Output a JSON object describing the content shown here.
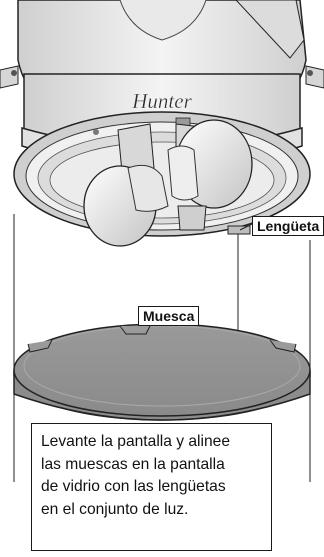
{
  "brand": {
    "logo_text": "Hunter"
  },
  "labels": {
    "tab": "Lengüeta",
    "notch": "Muesca"
  },
  "caption": {
    "lines": [
      "Levante la pantalla y alinee",
      "las muescas en la pantalla",
      "de vidrio con las lengüetas",
      "en el conjunto de luz."
    ]
  }
}
